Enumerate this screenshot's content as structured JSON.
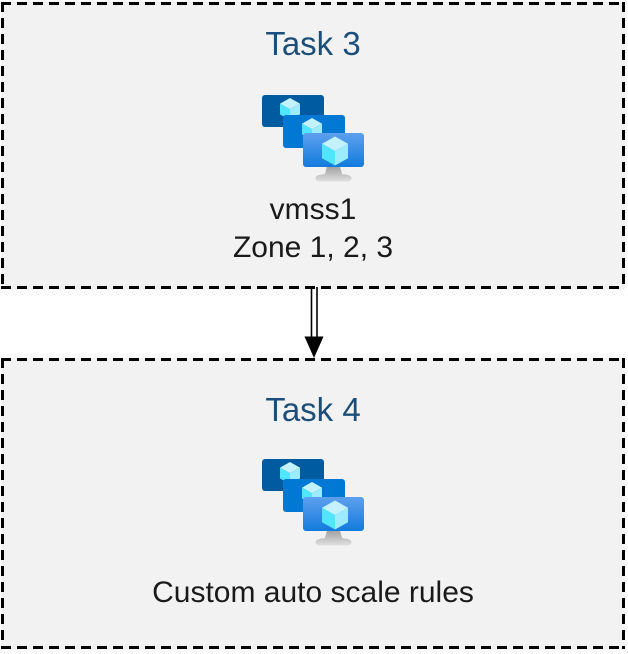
{
  "colors": {
    "page_bg": "#ffffff",
    "box_fill": "#f2f2f2",
    "box_border": "#000000",
    "title_color": "#1c4e79",
    "body_text": "#1a1a1a",
    "arrow": "#000000"
  },
  "icon_colors": {
    "back_monitor": "#005ba1",
    "middle_monitor": "#0078d4",
    "front_monitor_top": "#5ea0ef",
    "front_monitor_bottom": "#127bdc",
    "cube_top": "#c3f1ff",
    "cube_left": "#50e6ff",
    "cube_right": "#9cebff",
    "stand_top": "#9a9a9a",
    "stand_bottom": "#e0e0e0"
  },
  "tasks": [
    {
      "title": "Task 3",
      "icon": "vm-scale-set-icon",
      "lines": [
        "vmss1",
        "Zone 1, 2, 3"
      ]
    },
    {
      "title": "Task 4",
      "icon": "vm-scale-set-icon",
      "lines": [
        "Custom auto scale rules"
      ]
    }
  ],
  "connector": {
    "type": "double-line-arrow",
    "direction": "down"
  }
}
